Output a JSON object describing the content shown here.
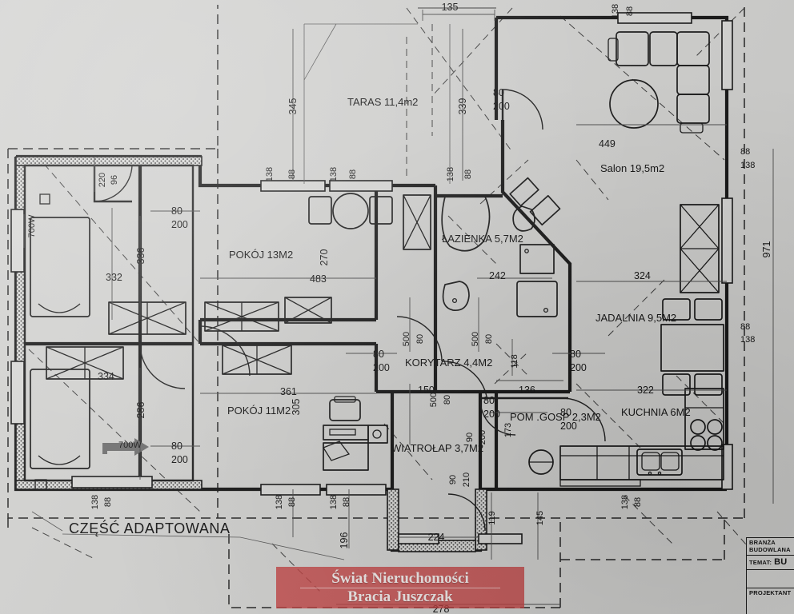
{
  "document": {
    "kind": "architectural-floor-plan",
    "language": "pl"
  },
  "rooms": [
    {
      "id": "taras",
      "label": "TARAS 11,4m2"
    },
    {
      "id": "pokoj13",
      "label": "POKÓJ 13M2"
    },
    {
      "id": "lazienka",
      "label": "ŁAZIENKA 5,7M2"
    },
    {
      "id": "salon",
      "label": "Salon 19,5m2"
    },
    {
      "id": "jadalnia",
      "label": "JADALNIA 9,5M2"
    },
    {
      "id": "korytarz",
      "label": "KORYTARZ 4,4M2"
    },
    {
      "id": "pokoj11",
      "label": "POKÓJ 11M2"
    },
    {
      "id": "wiatrolap",
      "label": "WIATROŁAP 3,7M2"
    },
    {
      "id": "pomgosp",
      "label": "POM .GOSP 2,3M2"
    },
    {
      "id": "kuchnia",
      "label": "KUCHNIA 6M2"
    }
  ],
  "annotations": {
    "adapted_part": "CZĘŚĆ ADAPTOWANA"
  },
  "dimensions": {
    "top": {
      "d135": "135",
      "d345": "345",
      "d339": "339",
      "d88a": "88",
      "d138a": "138",
      "d88b": "88",
      "d138b": "138",
      "d88c": "88",
      "d138c": "138",
      "d88d": "88",
      "d138d": "138"
    },
    "left": {
      "d332": "332",
      "d334": "334",
      "d336": "336",
      "d286": "286",
      "d220": "220",
      "d96": "96",
      "d700w_top": "700W",
      "d700w_bot": "700W",
      "d138e": "138",
      "d88e": "88"
    },
    "center": {
      "d483": "483",
      "d270": "270",
      "d361": "361",
      "d305": "305",
      "d242": "242",
      "d118": "118",
      "d150": "150",
      "d136": "136",
      "d173": "173"
    },
    "right": {
      "d971": "971",
      "d449": "449",
      "d324": "324",
      "d322": "322",
      "d88f": "88",
      "d138f": "138",
      "d88g": "88",
      "d138g": "138",
      "d88h": "88",
      "d138h": "138"
    },
    "bottom": {
      "d196": "196",
      "d224": "224",
      "d119": "119",
      "d145": "145",
      "d278": "278",
      "d88i": "88",
      "d138i": "138",
      "d88j": "88",
      "d138j": "138",
      "d88k": "88",
      "d138k": "138"
    },
    "doors": [
      {
        "width": "80",
        "height": "200"
      },
      {
        "width": "80",
        "height": "200"
      },
      {
        "width": "80",
        "height": "200"
      },
      {
        "width": "80",
        "height": "200"
      },
      {
        "width": "80",
        "height": "200"
      },
      {
        "width": "80",
        "height": "200"
      },
      {
        "width": "80",
        "height": "200"
      },
      {
        "width": "90",
        "height": "200"
      },
      {
        "width": "90",
        "height": "210"
      }
    ],
    "door_labels": {
      "w80": "80",
      "h200": "200",
      "w90": "90",
      "h210": "210"
    },
    "vertical_runs": {
      "v500a": "500",
      "v500b": "500",
      "v500c": "500",
      "v80a": "80",
      "v80b": "80",
      "v80c": "80"
    }
  },
  "watermark": {
    "line1": "Świat Nieruchomości",
    "line2": "Bracia Juszczak",
    "color": "#c43e3e"
  },
  "title_block": {
    "branch_line1": "BRANŻA",
    "branch_line2": "BUDOWLANA",
    "topic_label": "TEMAT:",
    "topic_value": "BU",
    "designer_label": "PROJEKTANT"
  },
  "colors": {
    "paper": "#d2d2d0",
    "ink": "#141414",
    "watermark": "#c43e3e"
  }
}
